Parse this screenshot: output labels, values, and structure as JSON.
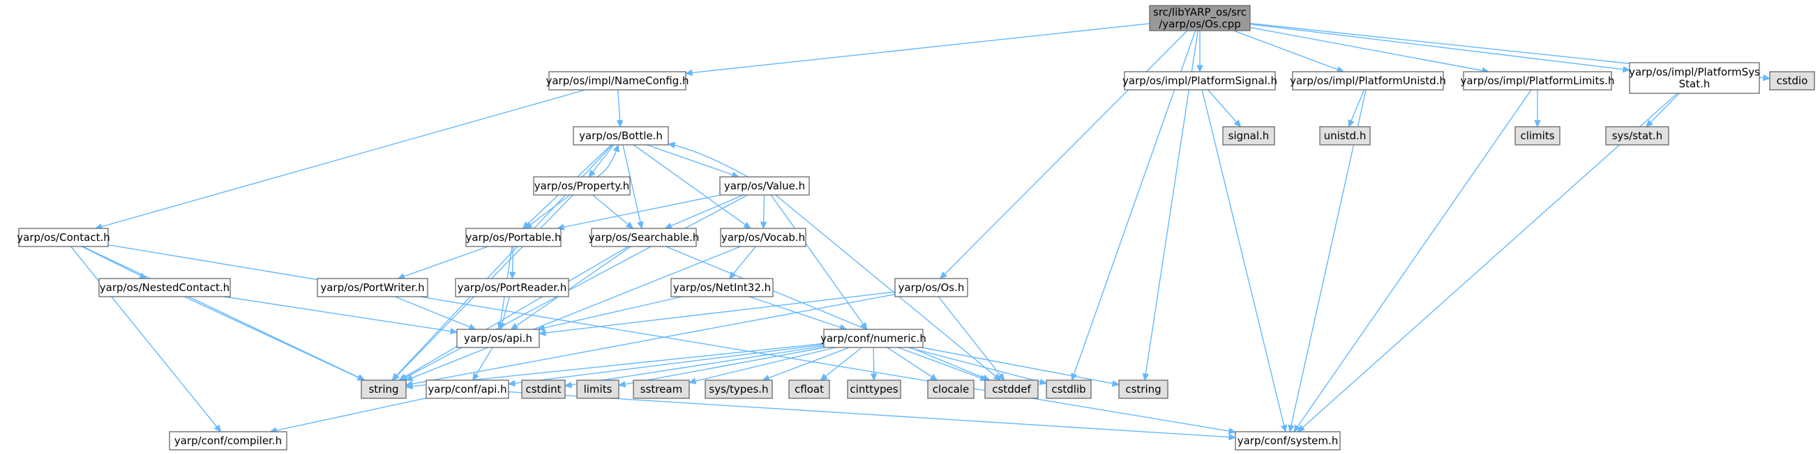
{
  "colors": {
    "node_fill": "#ffffff",
    "node_fill_external": "#e0e0e0",
    "node_fill_root": "#999999",
    "node_border": "#666666",
    "edge": "#63b8ff",
    "text": "#000000"
  },
  "nodes": {
    "root": {
      "lines": [
        "src/libYARP_os/src",
        "/yarp/os/Os.cpp"
      ],
      "kind": "root"
    },
    "nameconfig": {
      "lines": [
        "yarp/os/impl/NameConfig.h"
      ],
      "kind": "normal"
    },
    "platsignal": {
      "lines": [
        "yarp/os/impl/PlatformSignal.h"
      ],
      "kind": "normal"
    },
    "platunistd": {
      "lines": [
        "yarp/os/impl/PlatformUnistd.h"
      ],
      "kind": "normal"
    },
    "platlimits": {
      "lines": [
        "yarp/os/impl/PlatformLimits.h"
      ],
      "kind": "normal"
    },
    "platsysstat": {
      "lines": [
        "yarp/os/impl/PlatformSys",
        "Stat.h"
      ],
      "kind": "normal"
    },
    "cstdio": {
      "lines": [
        "cstdio"
      ],
      "kind": "external"
    },
    "signalh": {
      "lines": [
        "signal.h"
      ],
      "kind": "external"
    },
    "unistdh": {
      "lines": [
        "unistd.h"
      ],
      "kind": "external"
    },
    "climits": {
      "lines": [
        "climits"
      ],
      "kind": "external"
    },
    "sysstat": {
      "lines": [
        "sys/stat.h"
      ],
      "kind": "external"
    },
    "bottle": {
      "lines": [
        "yarp/os/Bottle.h"
      ],
      "kind": "normal"
    },
    "property": {
      "lines": [
        "yarp/os/Property.h"
      ],
      "kind": "normal"
    },
    "value": {
      "lines": [
        "yarp/os/Value.h"
      ],
      "kind": "normal"
    },
    "contact": {
      "lines": [
        "yarp/os/Contact.h"
      ],
      "kind": "normal"
    },
    "portable": {
      "lines": [
        "yarp/os/Portable.h"
      ],
      "kind": "normal"
    },
    "searchable": {
      "lines": [
        "yarp/os/Searchable.h"
      ],
      "kind": "normal"
    },
    "vocab": {
      "lines": [
        "yarp/os/Vocab.h"
      ],
      "kind": "normal"
    },
    "nestedcontact": {
      "lines": [
        "yarp/os/NestedContact.h"
      ],
      "kind": "normal"
    },
    "portwriter": {
      "lines": [
        "yarp/os/PortWriter.h"
      ],
      "kind": "normal"
    },
    "portreader": {
      "lines": [
        "yarp/os/PortReader.h"
      ],
      "kind": "normal"
    },
    "netint32": {
      "lines": [
        "yarp/os/NetInt32.h"
      ],
      "kind": "normal"
    },
    "osh": {
      "lines": [
        "yarp/os/Os.h"
      ],
      "kind": "normal"
    },
    "osapi": {
      "lines": [
        "yarp/os/api.h"
      ],
      "kind": "normal"
    },
    "numeric": {
      "lines": [
        "yarp/conf/numeric.h"
      ],
      "kind": "normal"
    },
    "string": {
      "lines": [
        "string"
      ],
      "kind": "external"
    },
    "confapi": {
      "lines": [
        "yarp/conf/api.h"
      ],
      "kind": "normal"
    },
    "cstdint": {
      "lines": [
        "cstdint"
      ],
      "kind": "external"
    },
    "limits": {
      "lines": [
        "limits"
      ],
      "kind": "external"
    },
    "sstream": {
      "lines": [
        "sstream"
      ],
      "kind": "external"
    },
    "systypes": {
      "lines": [
        "sys/types.h"
      ],
      "kind": "external"
    },
    "cfloat": {
      "lines": [
        "cfloat"
      ],
      "kind": "external"
    },
    "cinttypes": {
      "lines": [
        "cinttypes"
      ],
      "kind": "external"
    },
    "clocale": {
      "lines": [
        "clocale"
      ],
      "kind": "external"
    },
    "cstddef": {
      "lines": [
        "cstddef"
      ],
      "kind": "external"
    },
    "cstdlib": {
      "lines": [
        "cstdlib"
      ],
      "kind": "external"
    },
    "cstring": {
      "lines": [
        "cstring"
      ],
      "kind": "external"
    },
    "compiler": {
      "lines": [
        "yarp/conf/compiler.h"
      ],
      "kind": "normal"
    },
    "system": {
      "lines": [
        "yarp/conf/system.h"
      ],
      "kind": "normal"
    }
  },
  "edges": [
    [
      "root",
      "nameconfig"
    ],
    [
      "root",
      "platsignal"
    ],
    [
      "root",
      "platunistd"
    ],
    [
      "root",
      "platlimits"
    ],
    [
      "root",
      "platsysstat"
    ],
    [
      "root",
      "cstdio"
    ],
    [
      "root",
      "osh"
    ],
    [
      "root",
      "cstdlib"
    ],
    [
      "root",
      "cstring"
    ],
    [
      "nameconfig",
      "bottle"
    ],
    [
      "nameconfig",
      "contact"
    ],
    [
      "platsignal",
      "signalh"
    ],
    [
      "platsignal",
      "system"
    ],
    [
      "platunistd",
      "unistdh"
    ],
    [
      "platunistd",
      "system"
    ],
    [
      "platlimits",
      "climits"
    ],
    [
      "platlimits",
      "system"
    ],
    [
      "platsysstat",
      "sysstat"
    ],
    [
      "platsysstat",
      "system"
    ],
    [
      "bottle",
      "property"
    ],
    [
      "bottle",
      "value"
    ],
    [
      "bottle",
      "portable"
    ],
    [
      "bottle",
      "searchable"
    ],
    [
      "bottle",
      "vocab"
    ],
    [
      "bottle",
      "string"
    ],
    [
      "property",
      "bottle"
    ],
    [
      "property",
      "portable"
    ],
    [
      "property",
      "searchable"
    ],
    [
      "property",
      "string"
    ],
    [
      "value",
      "bottle"
    ],
    [
      "value",
      "portable"
    ],
    [
      "value",
      "searchable"
    ],
    [
      "value",
      "vocab"
    ],
    [
      "value",
      "numeric"
    ],
    [
      "value",
      "cstddef"
    ],
    [
      "value",
      "string"
    ],
    [
      "contact",
      "nestedcontact"
    ],
    [
      "contact",
      "string"
    ],
    [
      "contact",
      "compiler"
    ],
    [
      "contact",
      "system"
    ],
    [
      "portable",
      "portwriter"
    ],
    [
      "portable",
      "portreader"
    ],
    [
      "portable",
      "osapi"
    ],
    [
      "searchable",
      "osapi"
    ],
    [
      "searchable",
      "string"
    ],
    [
      "searchable",
      "cstddef"
    ],
    [
      "vocab",
      "netint32"
    ],
    [
      "vocab",
      "string"
    ],
    [
      "nestedcontact",
      "osapi"
    ],
    [
      "nestedcontact",
      "string"
    ],
    [
      "portwriter",
      "osapi"
    ],
    [
      "portreader",
      "osapi"
    ],
    [
      "netint32",
      "osapi"
    ],
    [
      "netint32",
      "numeric"
    ],
    [
      "osh",
      "osapi"
    ],
    [
      "osh",
      "string"
    ],
    [
      "osh",
      "cstddef"
    ],
    [
      "osapi",
      "confapi"
    ],
    [
      "numeric",
      "string"
    ],
    [
      "numeric",
      "confapi"
    ],
    [
      "numeric",
      "cstdint"
    ],
    [
      "numeric",
      "limits"
    ],
    [
      "numeric",
      "sstream"
    ],
    [
      "numeric",
      "systypes"
    ],
    [
      "numeric",
      "cfloat"
    ],
    [
      "numeric",
      "cinttypes"
    ],
    [
      "numeric",
      "clocale"
    ],
    [
      "numeric",
      "cstddef"
    ],
    [
      "numeric",
      "cstdlib"
    ],
    [
      "numeric",
      "cstring"
    ],
    [
      "confapi",
      "compiler"
    ],
    [
      "confapi",
      "system"
    ]
  ]
}
